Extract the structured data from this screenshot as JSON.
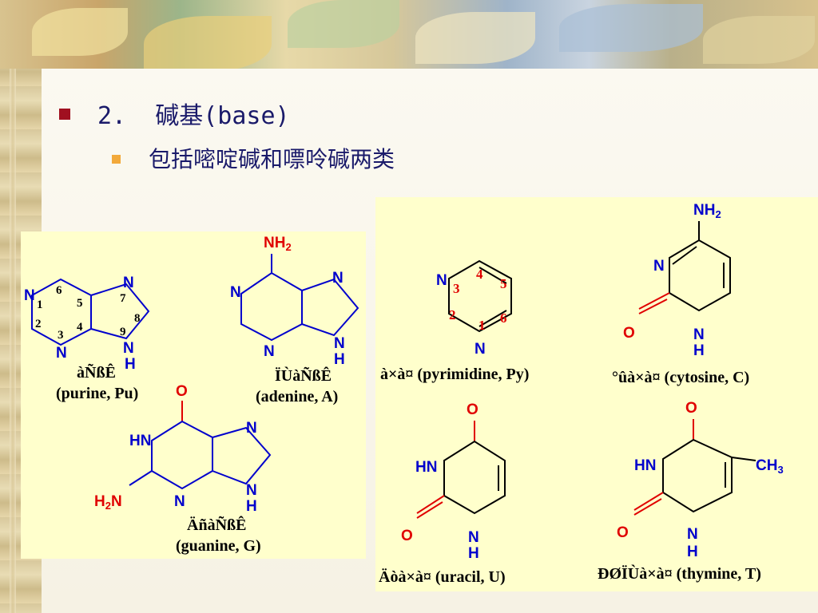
{
  "heading": {
    "number": "2.",
    "title": "碱基(base)"
  },
  "subheading": "包括嘧啶碱和嘌呤碱两类",
  "atoms": {
    "N": "N",
    "H": "H",
    "O": "O",
    "HN": "HN",
    "NH2_main": "NH",
    "NH2_sub": "2",
    "H2N_h": "H",
    "H2N_sub": "2",
    "H2N_n": "N",
    "CH3_main": "CH",
    "CH3_sub": "3"
  },
  "purine": {
    "caption_garbled": "àÑßÊ",
    "caption": "(purine, Pu)",
    "numbers": [
      "1",
      "2",
      "3",
      "4",
      "5",
      "6",
      "7",
      "8",
      "9"
    ]
  },
  "adenine": {
    "caption_garbled": "ÏÙàÑßÊ",
    "caption": "(adenine, A)"
  },
  "guanine": {
    "caption_garbled": "ÄñàÑßÊ",
    "caption": "(guanine, G)"
  },
  "pyrimidine": {
    "caption_garbled": "à×à¤",
    "caption": "(pyrimidine, Py)",
    "numbers": [
      "1",
      "2",
      "3",
      "4",
      "5",
      "6"
    ]
  },
  "cytosine": {
    "caption_garbled": "°ûà×à¤",
    "caption": "(cytosine, C)"
  },
  "uracil": {
    "caption_garbled": "Äòà×à¤",
    "caption": "(uracil, U)"
  },
  "thymine": {
    "caption_garbled": "ÐØÏÙà×à¤",
    "caption": "(thymine, T)"
  },
  "colors": {
    "atom_blue": "#0000cc",
    "atom_red": "#e00000",
    "panel": "#ffffcc",
    "bullet_main": "#a01020",
    "bullet_sub": "#f2a93a"
  }
}
